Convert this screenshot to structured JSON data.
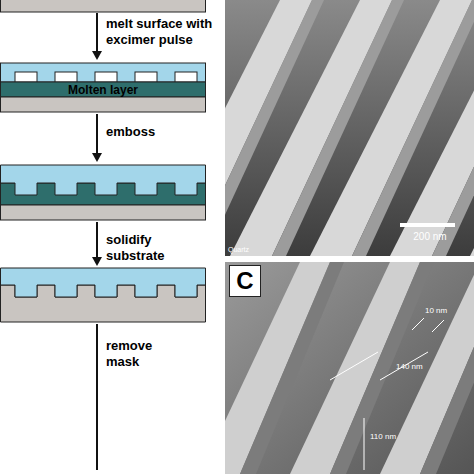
{
  "diagram": {
    "nodes": [
      {
        "text": [
          "Molten layer"
        ]
      },
      {
        "text": [
          "C"
        ]
      }
    ],
    "labels": [
      "melt surface with excimer pulse",
      "emboss",
      "solidify substrate",
      "remove mask",
      "Quartz",
      "200 nm",
      "10 nm",
      "140 nm",
      "110 nm"
    ]
  }
}
